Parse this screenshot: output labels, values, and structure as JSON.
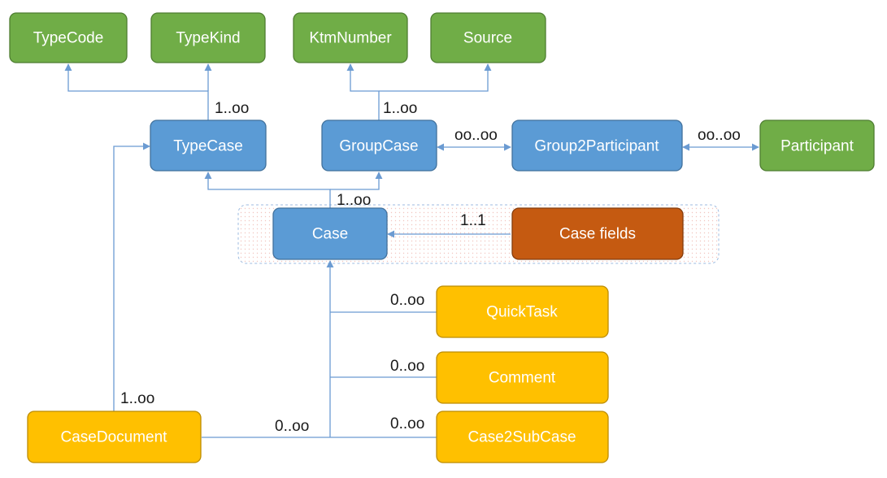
{
  "colors": {
    "green": "#70ad47",
    "green_border": "#4e7d31",
    "blue": "#5b9bd5",
    "blue_border": "#41719c",
    "orange": "#c55a11",
    "orange_border": "#843c0c",
    "yellow": "#ffc000",
    "yellow_border": "#bc8c00",
    "connector": "#6b9bd2"
  },
  "nodes": {
    "type_code": "TypeCode",
    "type_kind": "TypeKind",
    "ktm_number": "KtmNumber",
    "source": "Source",
    "type_case": "TypeCase",
    "group_case": "GroupCase",
    "group2participant": "Group2Participant",
    "participant": "Participant",
    "case": "Case",
    "case_fields": "Case fields",
    "quick_task": "QuickTask",
    "comment": "Comment",
    "case_document": "CaseDocument",
    "case2subcase": "Case2SubCase"
  },
  "cardinalities": {
    "typecase_to_lookups": "1..oo",
    "groupcase_to_lookups": "1..oo",
    "groupcase_group2participant": "oo..oo",
    "group2participant_participant": "oo..oo",
    "case_to_type_group": "1..oo",
    "casefields_to_case": "1..1",
    "quicktask_to_case": "0..oo",
    "comment_to_case": "0..oo",
    "casedocument_to_typecase": "1..oo",
    "casedocument_to_case": "0..oo",
    "case2subcase_to_case": "0..oo"
  }
}
